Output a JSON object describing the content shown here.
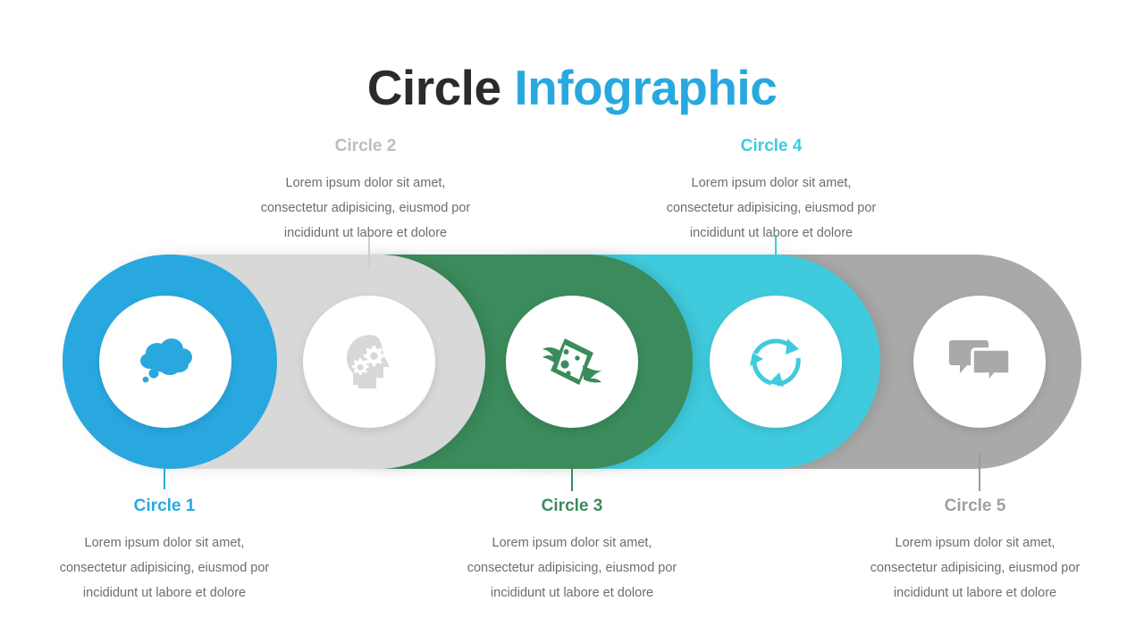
{
  "title": {
    "part1": "Circle",
    "part2": "Infographic"
  },
  "colors": {
    "blue": "#29a8e0",
    "light_gray": "#d8d8d8",
    "green": "#3b8b5c",
    "cyan": "#3fcbdd",
    "gray": "#a9a9a9",
    "title_dark": "#2b2b2b",
    "body_text": "#6d6d6d",
    "heading_gray_light": "#bdbdbd",
    "heading_gray": "#a0a0a0"
  },
  "body_text_lines": {
    "line1": "Lorem ipsum dolor sit amet,",
    "line2": "consectetur adipisicing, eiusmod por",
    "line3": "incididunt ut labore et dolore"
  },
  "steps": [
    {
      "id": "circle-1",
      "heading": "Circle 1",
      "heading_color": "#29a8e0",
      "segment_color": "#29a8e0",
      "icon": "thought-bubble-icon",
      "icon_color": "#29a8e0",
      "position": "below",
      "body": {
        "line1": "Lorem ipsum dolor sit amet,",
        "line2": "consectetur adipisicing, eiusmod por",
        "line3": "incididunt ut labore et dolore"
      }
    },
    {
      "id": "circle-2",
      "heading": "Circle 2",
      "heading_color": "#bdbdbd",
      "segment_color": "#d8d8d8",
      "icon": "head-with-gears-icon",
      "icon_color": "#d8d8d8",
      "position": "above",
      "body": {
        "line1": "Lorem ipsum dolor sit amet,",
        "line2": "consectetur adipisicing, eiusmod por",
        "line3": "incididunt ut labore et dolore"
      }
    },
    {
      "id": "circle-3",
      "heading": "Circle 3",
      "heading_color": "#3b8b5c",
      "segment_color": "#3b8b5c",
      "icon": "winged-money-icon",
      "icon_color": "#3b8b5c",
      "position": "below",
      "body": {
        "line1": "Lorem ipsum dolor sit amet,",
        "line2": "consectetur adipisicing, eiusmod por",
        "line3": "incididunt ut labore et dolore"
      }
    },
    {
      "id": "circle-4",
      "heading": "Circle 4",
      "heading_color": "#3fcbdd",
      "segment_color": "#3fcbdd",
      "icon": "recycle-arrows-icon",
      "icon_color": "#3fcbdd",
      "position": "above",
      "body": {
        "line1": "Lorem ipsum dolor sit amet,",
        "line2": "consectetur adipisicing, eiusmod por",
        "line3": "incididunt ut labore et dolore"
      }
    },
    {
      "id": "circle-5",
      "heading": "Circle 5",
      "heading_color": "#a0a0a0",
      "segment_color": "#a9a9a9",
      "icon": "chat-bubbles-icon",
      "icon_color": "#a9a9a9",
      "position": "below",
      "body": {
        "line1": "Lorem ipsum dolor sit amet,",
        "line2": "consectetur adipisicing, eiusmod por",
        "line3": "incididunt ut labore et dolore"
      }
    }
  ]
}
